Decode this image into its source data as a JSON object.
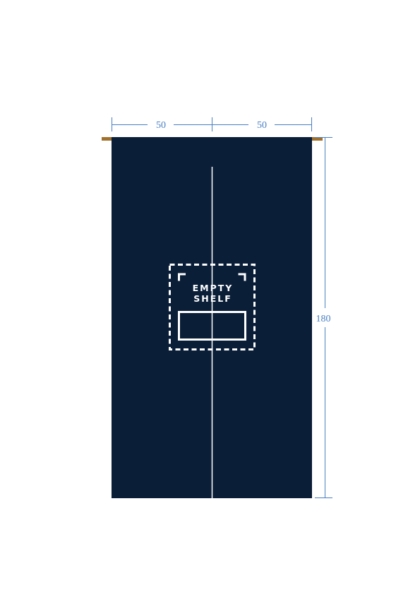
{
  "noren": {
    "width_left": "50",
    "width_right": "50",
    "height": "180",
    "logo_line1": "EMPTY",
    "logo_line2": "SHELF"
  },
  "colors": {
    "fabric": "#0a1e38",
    "rod": "#a0702c",
    "dimension": "#4a7fc4",
    "logo": "#ffffff",
    "slit": "#ffffff"
  }
}
